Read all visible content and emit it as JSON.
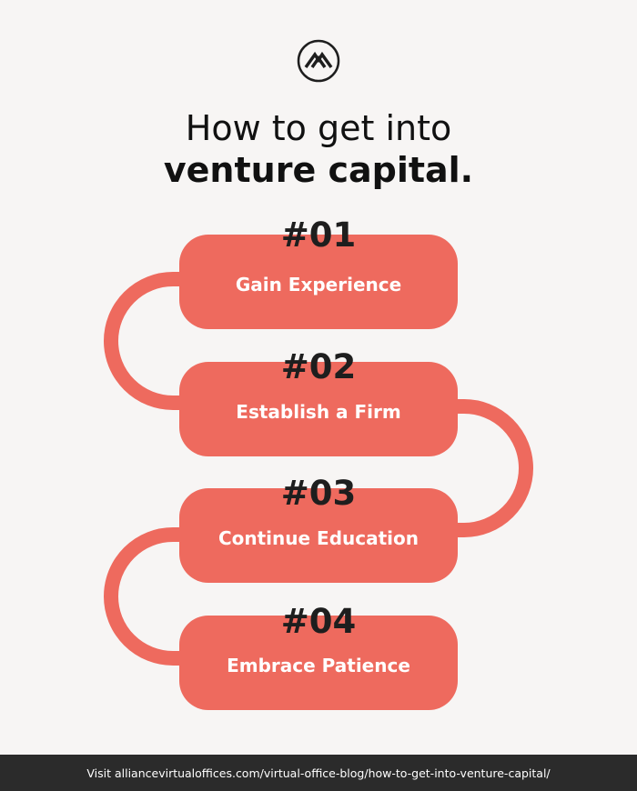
{
  "header": {
    "logo_icon": "mountain-logo-icon",
    "title_line1": "How to get into",
    "title_line2": "venture capital."
  },
  "steps": [
    {
      "number": "#01",
      "label": "Gain Experience"
    },
    {
      "number": "#02",
      "label": "Establish a Firm"
    },
    {
      "number": "#03",
      "label": "Continue Education"
    },
    {
      "number": "#04",
      "label": "Embrace Patience"
    }
  ],
  "footer": {
    "text": "Visit alliancevirtualoffices.com/virtual-office-blog/how-to-get-into-venture-capital/"
  },
  "colors": {
    "accent": "#ee6a5e",
    "background": "#f7f5f4",
    "footer_bg": "#2b2b2b"
  }
}
